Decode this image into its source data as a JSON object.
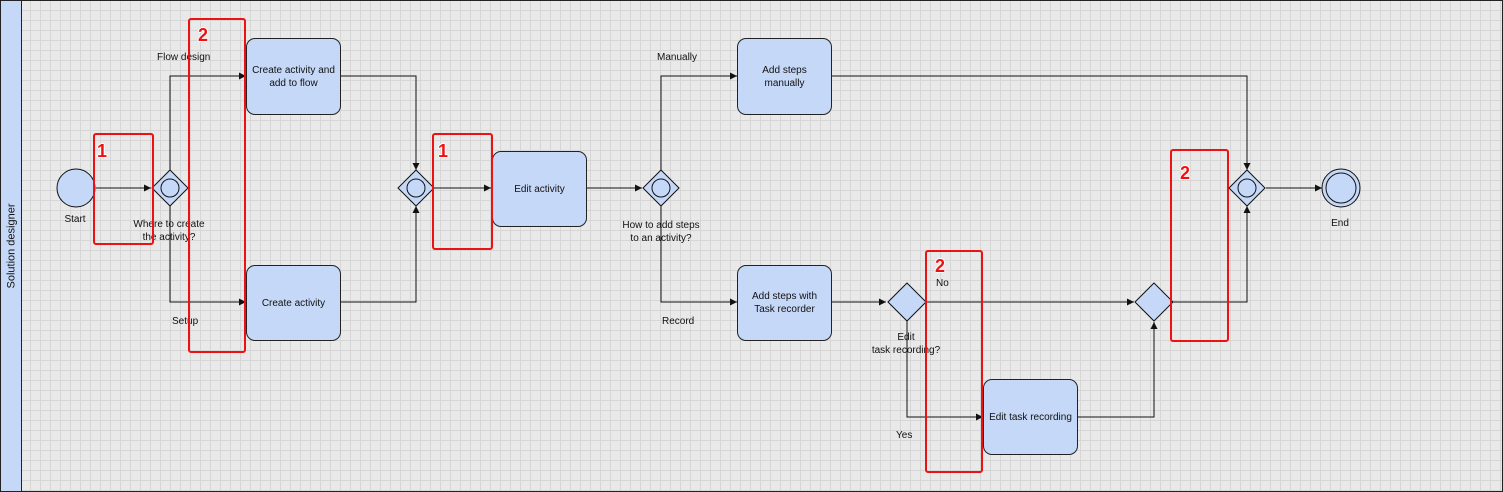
{
  "lane": {
    "title": "Solution designer"
  },
  "events": {
    "start": "Start",
    "end": "End"
  },
  "tasks": {
    "create_activity_add_flow": "Create activity and add to flow",
    "create_activity": "Create activity",
    "edit_activity": "Edit activity",
    "add_steps_manually": "Add steps manually",
    "add_steps_task_recorder": "Add steps with Task recorder",
    "edit_task_recording": "Edit task recording"
  },
  "gateways": {
    "where_to_create": [
      "Where to create",
      "the activity?"
    ],
    "how_to_add_steps": [
      "How to add steps",
      "to an activity?"
    ],
    "edit_task_recording_q": [
      "Edit",
      "task recording?"
    ]
  },
  "flow_labels": {
    "flow_design": "Flow design",
    "setup": "Setup",
    "manually": "Manually",
    "record": "Record",
    "no": "No",
    "yes": "Yes"
  },
  "highlights": {
    "a": "1",
    "b": "2",
    "c": "1",
    "d": "2",
    "e": "2"
  },
  "colors": {
    "shape_fill": "#c6d8f7",
    "stroke": "#222222",
    "highlight": "#ee1111",
    "grid_background": "#e9e9e9"
  }
}
